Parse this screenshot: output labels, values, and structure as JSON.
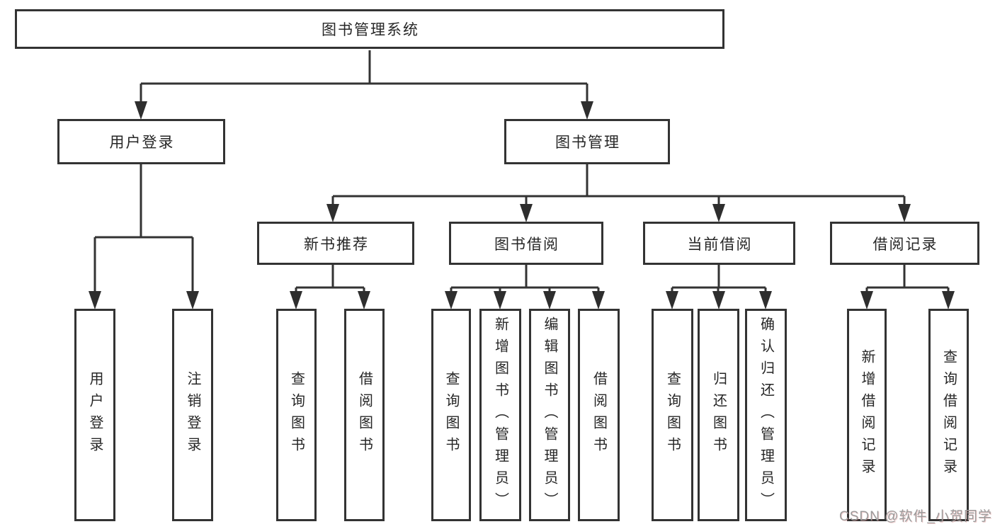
{
  "colors": {
    "line": "#333333",
    "box_border": "#333333",
    "box_background": "#ffffff",
    "text": "#262626",
    "watermark_text": "#9b9b9b"
  },
  "watermark": {
    "text": "CSDN @软件_小贺同学"
  },
  "tree": {
    "root": {
      "label": "图书管理系统"
    },
    "children": [
      {
        "label": "用户登录",
        "children": [
          {
            "label": "用户登录"
          },
          {
            "label": "注销登录"
          }
        ]
      },
      {
        "label": "图书管理",
        "children": [
          {
            "label": "新书推荐",
            "children": [
              {
                "label": "查询图书"
              },
              {
                "label": "借阅图书"
              }
            ]
          },
          {
            "label": "图书借阅",
            "children": [
              {
                "label": "查询图书"
              },
              {
                "label": "新增图书（管理员）"
              },
              {
                "label": "编辑图书（管理员）"
              },
              {
                "label": "借阅图书"
              }
            ]
          },
          {
            "label": "当前借阅",
            "children": [
              {
                "label": "查询图书"
              },
              {
                "label": "归还图书"
              },
              {
                "label": "确认归还（管理员）"
              }
            ]
          },
          {
            "label": "借阅记录",
            "children": [
              {
                "label": "新增借阅记录"
              },
              {
                "label": "查询借阅记录"
              }
            ]
          }
        ]
      }
    ]
  }
}
